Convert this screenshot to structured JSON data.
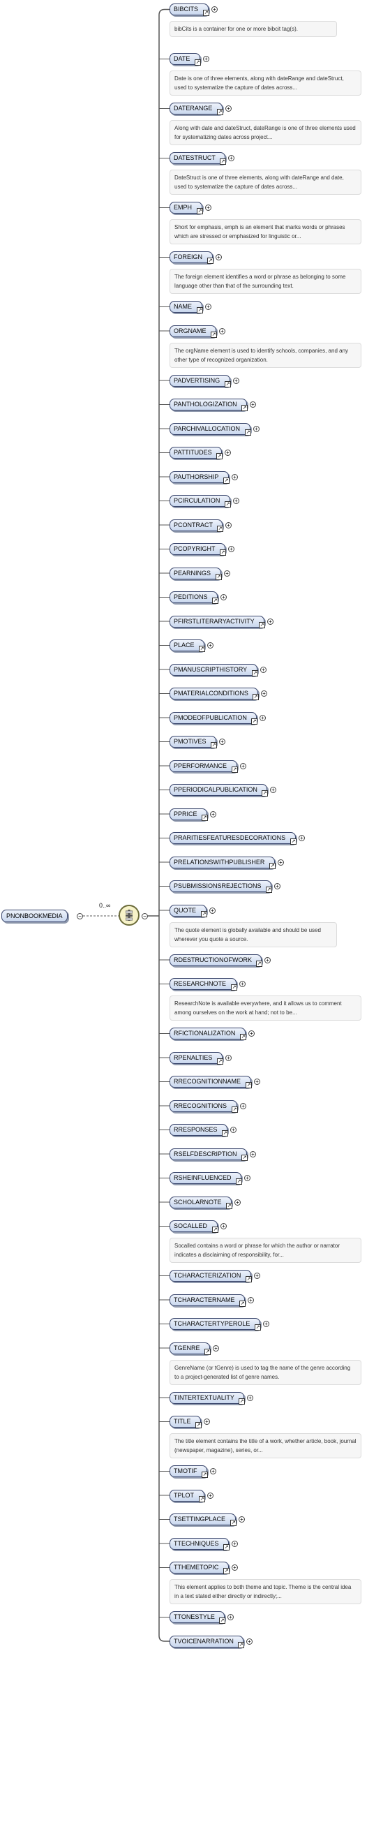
{
  "root": {
    "label": "PNONBOOKMEDIA",
    "cardinality": "0..∞",
    "expand_symbol": "−"
  },
  "children": [
    {
      "label": "BIBCITS",
      "doc": "bibCits is a container for one or more bibcit tag(s)."
    },
    {
      "label": "DATE",
      "doc": "Date is one of three elements, along with dateRange and dateStruct, used to systematize the capture of dates across..."
    },
    {
      "label": "DATERANGE",
      "doc": "Along with date and dateStruct, dateRange is one of three elements used for systematizing dates across project..."
    },
    {
      "label": "DATESTRUCT",
      "doc": "DateStruct is one of three elements, along with dateRange and date, used to systematize the capture of dates across..."
    },
    {
      "label": "EMPH",
      "doc": "Short for emphasis, emph is an element that marks words or phrases which are stressed or emphasized for linguistic or..."
    },
    {
      "label": "FOREIGN",
      "doc": "The foreign element identifies a word or phrase as belonging to some language other than that of the surrounding text."
    },
    {
      "label": "NAME",
      "doc": ""
    },
    {
      "label": "ORGNAME",
      "doc": "The orgName element is used to identify schools, companies, and any other type of recognized organization."
    },
    {
      "label": "PADVERTISING",
      "doc": ""
    },
    {
      "label": "PANTHOLOGIZATION",
      "doc": ""
    },
    {
      "label": "PARCHIVALLOCATION",
      "doc": ""
    },
    {
      "label": "PATTITUDES",
      "doc": ""
    },
    {
      "label": "PAUTHORSHIP",
      "doc": ""
    },
    {
      "label": "PCIRCULATION",
      "doc": ""
    },
    {
      "label": "PCONTRACT",
      "doc": ""
    },
    {
      "label": "PCOPYRIGHT",
      "doc": ""
    },
    {
      "label": "PEARNINGS",
      "doc": ""
    },
    {
      "label": "PEDITIONS",
      "doc": ""
    },
    {
      "label": "PFIRSTLITERARYACTIVITY",
      "doc": ""
    },
    {
      "label": "PLACE",
      "doc": ""
    },
    {
      "label": "PMANUSCRIPTHISTORY",
      "doc": ""
    },
    {
      "label": "PMATERIALCONDITIONS",
      "doc": ""
    },
    {
      "label": "PMODEOFPUBLICATION",
      "doc": ""
    },
    {
      "label": "PMOTIVES",
      "doc": ""
    },
    {
      "label": "PPERFORMANCE",
      "doc": ""
    },
    {
      "label": "PPERIODICALPUBLICATION",
      "doc": ""
    },
    {
      "label": "PPRICE",
      "doc": ""
    },
    {
      "label": "PRARITIESFEATURESDECORATIONS",
      "doc": ""
    },
    {
      "label": "PRELATIONSWITHPUBLISHER",
      "doc": ""
    },
    {
      "label": "PSUBMISSIONSREJECTIONS",
      "doc": ""
    },
    {
      "label": "QUOTE",
      "doc": "The quote element is globally available and should be used wherever you quote a source."
    },
    {
      "label": "RDESTRUCTIONOFWORK",
      "doc": ""
    },
    {
      "label": "RESEARCHNOTE",
      "doc": "ResearchNote is available everywhere, and it allows us to comment among ourselves on the work at hand; not to be..."
    },
    {
      "label": "RFICTIONALIZATION",
      "doc": ""
    },
    {
      "label": "RPENALTIES",
      "doc": ""
    },
    {
      "label": "RRECOGNITIONNAME",
      "doc": ""
    },
    {
      "label": "RRECOGNITIONS",
      "doc": ""
    },
    {
      "label": "RRESPONSES",
      "doc": ""
    },
    {
      "label": "RSELFDESCRIPTION",
      "doc": ""
    },
    {
      "label": "RSHEINFLUENCED",
      "doc": ""
    },
    {
      "label": "SCHOLARNOTE",
      "doc": ""
    },
    {
      "label": "SOCALLED",
      "doc": "Socalled contains a word or phrase for which the author or narrator indicates a disclaiming of responsibility, for..."
    },
    {
      "label": "TCHARACTERIZATION",
      "doc": ""
    },
    {
      "label": "TCHARACTERNAME",
      "doc": ""
    },
    {
      "label": "TCHARACTERTYPEROLE",
      "doc": ""
    },
    {
      "label": "TGENRE",
      "doc": "GenreName (or tGenre) is used to tag the name of the genre according to a project-generated list of genre names."
    },
    {
      "label": "TINTERTEXTUALITY",
      "doc": ""
    },
    {
      "label": "TITLE",
      "doc": "The title element contains the title of a work, whether article, book, journal (newspaper, magazine), series, or..."
    },
    {
      "label": "TMOTIF",
      "doc": ""
    },
    {
      "label": "TPLOT",
      "doc": ""
    },
    {
      "label": "TSETTINGPLACE",
      "doc": ""
    },
    {
      "label": "TTECHNIQUES",
      "doc": ""
    },
    {
      "label": "TTHEMETOPIC",
      "doc": "This element applies to both theme and topic. Theme is the central idea in a text stated either directly or indirectly;..."
    },
    {
      "label": "TTONESTYLE",
      "doc": ""
    },
    {
      "label": "TVOICENARRATION",
      "doc": ""
    }
  ],
  "symbols": {
    "expand": "+",
    "ref": "↗"
  }
}
